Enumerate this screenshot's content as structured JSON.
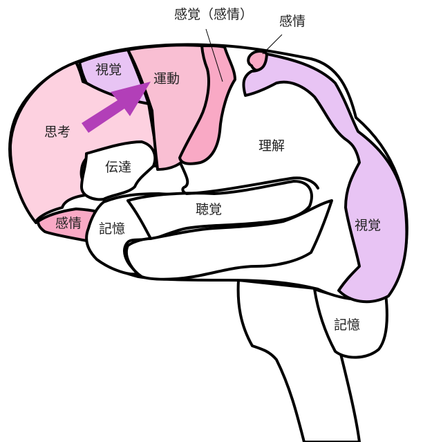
{
  "diagram": {
    "type": "brain-function-map",
    "colors": {
      "thinking": "#fdd1e0",
      "motor": "#f9bfd3",
      "sensory": "#f9a9c5",
      "emotion": "#f9a9c5",
      "vision": "#e8c4f4",
      "arrow": "#b23fb8",
      "outline": "#000000",
      "background": "#ffffff"
    },
    "labels": {
      "sensory_emotion": "感覚（感情）",
      "emotion_top": "感情",
      "vision_front": "視覚",
      "motor": "運動",
      "thinking": "思考",
      "communication": "伝達",
      "understanding": "理解",
      "emotion_bottom": "感情",
      "memory_left": "記憶",
      "hearing": "聴覚",
      "vision_back": "視覚",
      "memory_bottom": "記憶"
    }
  }
}
